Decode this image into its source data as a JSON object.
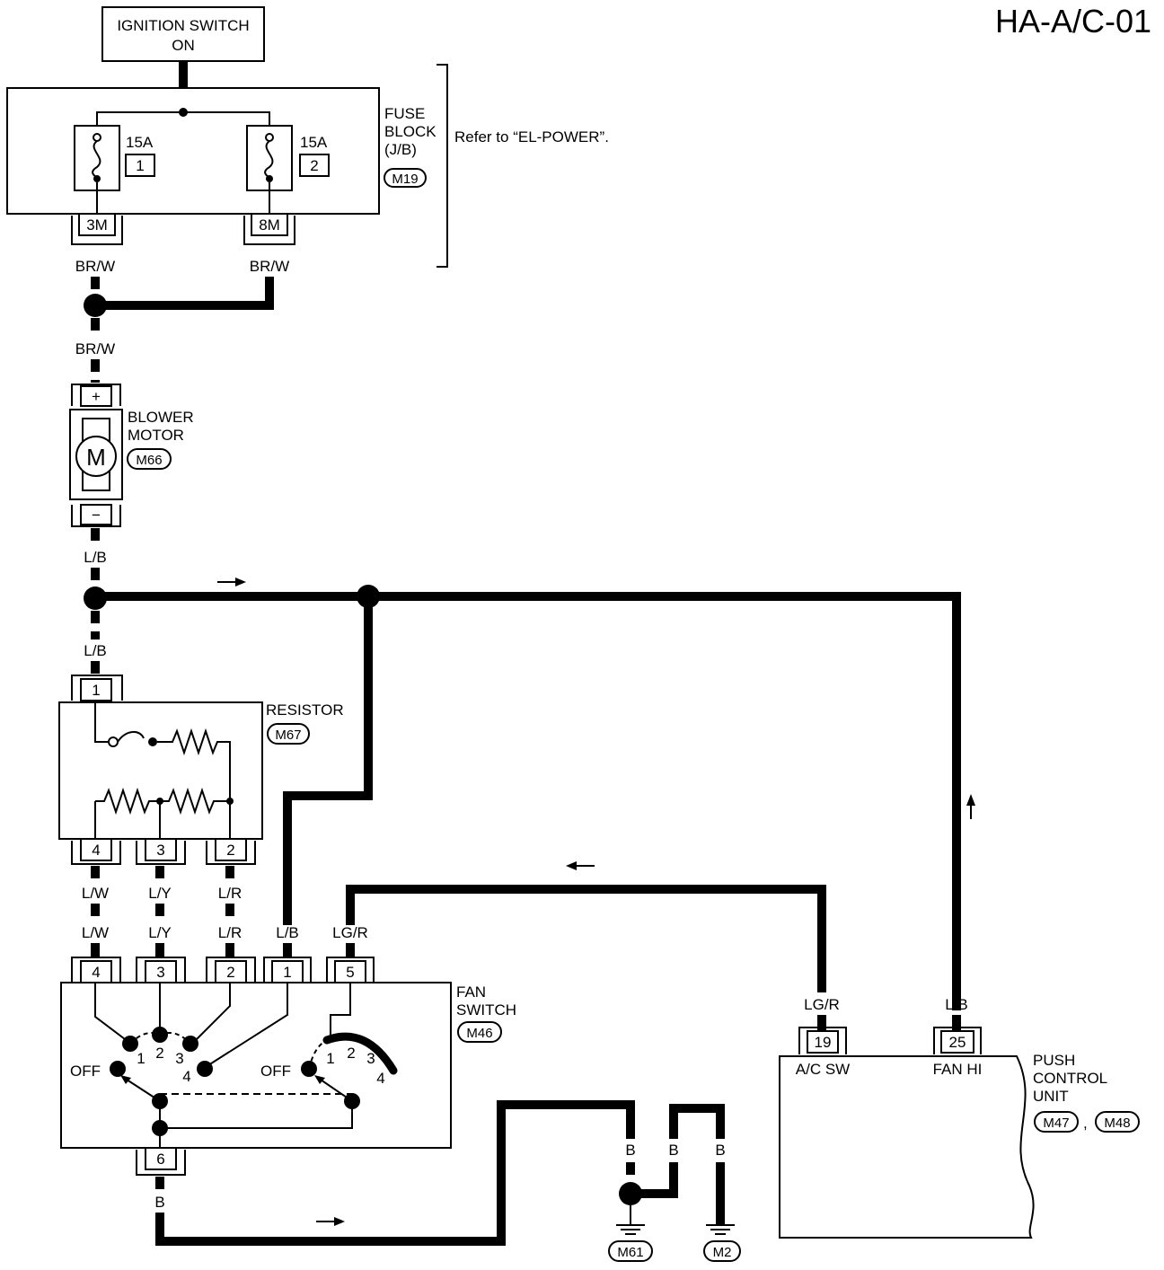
{
  "page_id": "HA-A/C-01",
  "ignition": {
    "line1": "IGNITION SWITCH",
    "line2": "ON"
  },
  "fuse_block": {
    "line1": "FUSE",
    "line2": "BLOCK",
    "line3": "(J/B)",
    "connector": "M19",
    "fuse_a_rating": "15A",
    "fuse_a_number": "1",
    "fuse_b_rating": "15A",
    "fuse_b_number": "2",
    "terminal_a": "3M",
    "terminal_b": "8M",
    "note": "Refer to “EL-POWER”."
  },
  "wire_colors": {
    "br_w": "BR/W",
    "l_b": "L/B",
    "l_w": "L/W",
    "l_y": "L/Y",
    "l_r": "L/R",
    "lg_r": "LG/R",
    "b": "B"
  },
  "blower_motor": {
    "line1": "BLOWER",
    "line2": "MOTOR",
    "connector": "M66",
    "plus": "+",
    "minus": "−",
    "symbol": "M"
  },
  "resistor": {
    "label": "RESISTOR",
    "connector": "M67",
    "pins": [
      "1",
      "4",
      "3",
      "2"
    ]
  },
  "fan_switch": {
    "line1": "FAN",
    "line2": "SWITCH",
    "connector": "M46",
    "pins": [
      "4",
      "3",
      "2",
      "1",
      "5",
      "6"
    ],
    "positions": [
      "1",
      "2",
      "3",
      "4"
    ],
    "off": "OFF"
  },
  "push_control": {
    "line1": "PUSH",
    "line2": "CONTROL",
    "line3": "UNIT",
    "connector_a": "M47",
    "connector_b": "M48",
    "separator": ",",
    "pin_ac": "19",
    "pin_fan": "25",
    "label_ac": "A/C SW",
    "label_fan": "FAN HI"
  },
  "grounds": {
    "g1": "M61",
    "g2": "M2"
  }
}
